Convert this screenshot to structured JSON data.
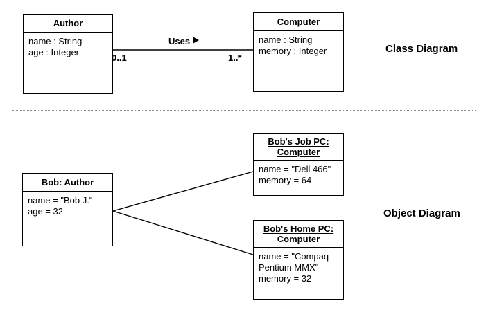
{
  "figure": {
    "background": "#ffffff",
    "ink": "#000000",
    "divider_color": "#8a8a8a"
  },
  "class_diagram": {
    "caption": "Class Diagram",
    "classes": [
      {
        "id": "author",
        "name": "Author",
        "attributes": [
          "name : String",
          "age : Integer"
        ]
      },
      {
        "id": "computer",
        "name": "Computer",
        "attributes": [
          "name : String",
          "memory : Integer"
        ]
      }
    ],
    "association": {
      "label": "Uses",
      "direction_marker": "right-triangle",
      "source_multiplicity": "0..1",
      "target_multiplicity": "1..*"
    }
  },
  "object_diagram": {
    "caption": "Object Diagram",
    "objects": [
      {
        "id": "bob",
        "title_lines": [
          "Bob: Author"
        ],
        "slots": [
          "name = \"Bob J.\"",
          "age = 32"
        ]
      },
      {
        "id": "jobpc",
        "title_lines": [
          "Bob's Job PC:",
          "Computer"
        ],
        "slots": [
          "name = \"Dell 466\"",
          "memory = 64"
        ]
      },
      {
        "id": "homepc",
        "title_lines": [
          "Bob's Home PC:",
          "Computer"
        ],
        "slots": [
          "name = \"Compaq Pentium MMX\"",
          "memory = 32"
        ]
      }
    ],
    "links": [
      {
        "from": "bob",
        "to": "jobpc"
      },
      {
        "from": "bob",
        "to": "homepc"
      }
    ]
  }
}
